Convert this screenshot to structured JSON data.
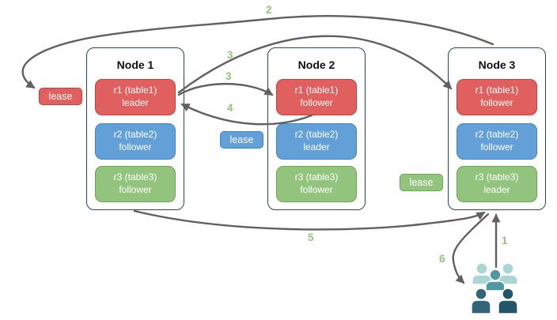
{
  "nodes": [
    {
      "title": "Node 1",
      "replicas": [
        {
          "name": "r1 (table1)",
          "role": "leader"
        },
        {
          "name": "r2 (table2)",
          "role": "follower"
        },
        {
          "name": "r3 (table3)",
          "role": "follower"
        }
      ]
    },
    {
      "title": "Node 2",
      "replicas": [
        {
          "name": "r1 (table1)",
          "role": "follower"
        },
        {
          "name": "r2 (table2)",
          "role": "leader"
        },
        {
          "name": "r3 (table3)",
          "role": "follower"
        }
      ]
    },
    {
      "title": "Node 3",
      "replicas": [
        {
          "name": "r1 (table1)",
          "role": "follower"
        },
        {
          "name": "r2 (table2)",
          "role": "follower"
        },
        {
          "name": "r3 (table3)",
          "role": "leader"
        }
      ]
    }
  ],
  "leases": {
    "table1": "lease",
    "table2": "lease",
    "table3": "lease"
  },
  "steps": {
    "s1": "1",
    "s2": "2",
    "s3a": "3",
    "s3b": "3",
    "s4": "4",
    "s5": "5",
    "s6": "6"
  },
  "edges": [
    {
      "step": "2",
      "from": "node3-top",
      "to": "lease-red-left"
    },
    {
      "step": "3",
      "from": "node1-r1-leader",
      "to": "node3-r1-follower"
    },
    {
      "step": "3",
      "from": "node1-r1-leader",
      "to": "node2-r1-follower"
    },
    {
      "step": "4",
      "from": "node2-r1-follower",
      "to": "node1-r1-leader"
    },
    {
      "step": "5",
      "from": "node1-bottom",
      "to": "node3-r3-leader"
    },
    {
      "step": "1",
      "from": "users-group",
      "to": "node3-r3-leader"
    },
    {
      "step": "6",
      "from": "node3-r3-leader",
      "to": "users-group"
    }
  ],
  "colors": {
    "table1_red": "#e06060",
    "table1_red_border": "#d03a3a",
    "table2_blue": "#64a0d8",
    "table2_blue_border": "#3d85c6",
    "table3_green": "#93c47d",
    "table3_green_border": "#6aa84f",
    "arrow_gray": "#606060",
    "step_label_green": "#93c47d",
    "node_border_navy": "#24456b",
    "users_light_teal": "#a9d6d3",
    "users_mid_teal": "#4f98a3",
    "users_dark_teal": "#2b5c6f"
  },
  "icons": {
    "users_group": "users-group-icon"
  }
}
